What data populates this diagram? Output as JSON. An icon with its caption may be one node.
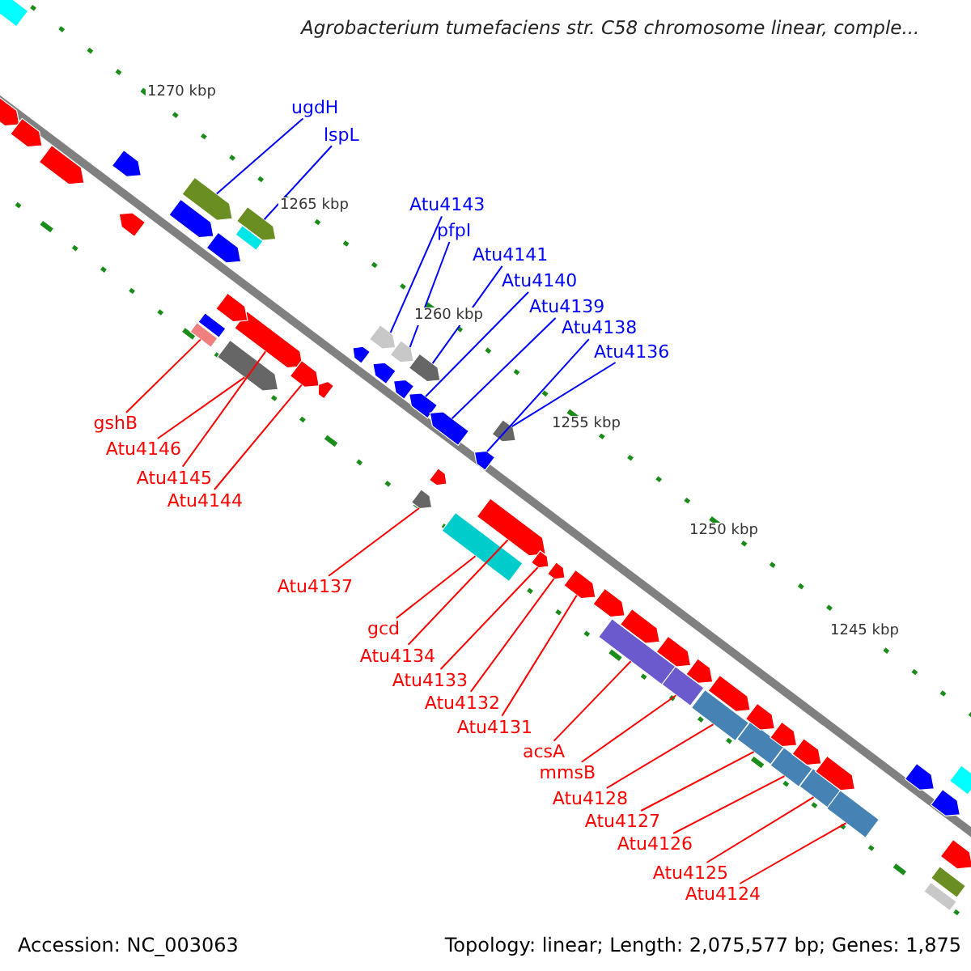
{
  "diagram": {
    "title": "Agrobacterium tumefaciens str. C58 chromosome linear, comple...",
    "nodes": [
      {
        "text": [
          "ugdH"
        ]
      },
      {
        "text": [],
        "shape": "box"
      },
      {
        "text": [
          "lspL"
        ]
      },
      {
        "text": [],
        "shape": "box"
      },
      {
        "text": [
          "Atu4143"
        ]
      },
      {
        "text": [],
        "shape": "box"
      },
      {
        "text": [
          "pfpI"
        ]
      },
      {
        "text": [],
        "shape": "box"
      },
      {
        "text": [
          "Atu4141"
        ]
      },
      {
        "text": [],
        "shape": "box"
      },
      {
        "text": [
          "Atu4140"
        ]
      },
      {
        "text": [],
        "shape": "box"
      },
      {
        "text": [
          "Atu4139"
        ]
      },
      {
        "text": [],
        "shape": "box"
      },
      {
        "text": [
          "Atu4138"
        ]
      },
      {
        "text": [],
        "shape": "box"
      },
      {
        "text": [
          "Atu4136"
        ]
      },
      {
        "text": [],
        "shape": "box"
      },
      {
        "text": [
          "gshB"
        ]
      },
      {
        "text": [],
        "shape": "box"
      },
      {
        "text": [
          "Atu4146"
        ]
      },
      {
        "text": [],
        "shape": "box"
      },
      {
        "text": [
          "Atu4145"
        ]
      },
      {
        "text": [],
        "shape": "box"
      },
      {
        "text": [
          "Atu4144"
        ]
      },
      {
        "text": [],
        "shape": "box"
      },
      {
        "text": [
          "Atu4137"
        ]
      },
      {
        "text": [],
        "shape": "box"
      },
      {
        "text": [
          "gcd"
        ]
      },
      {
        "text": [],
        "shape": "box"
      },
      {
        "text": [
          "Atu4134"
        ]
      },
      {
        "text": [],
        "shape": "box"
      },
      {
        "text": [
          "Atu4133"
        ]
      },
      {
        "text": [],
        "shape": "box"
      },
      {
        "text": [
          "Atu4132"
        ]
      },
      {
        "text": [],
        "shape": "box"
      },
      {
        "text": [
          "Atu4131"
        ]
      },
      {
        "text": [],
        "shape": "box"
      },
      {
        "text": [
          "acsA"
        ]
      },
      {
        "text": [],
        "shape": "box"
      },
      {
        "text": [
          "mmsB"
        ]
      },
      {
        "text": [],
        "shape": "box"
      },
      {
        "text": [
          "Atu4128"
        ]
      },
      {
        "text": [],
        "shape": "box"
      },
      {
        "text": [
          "Atu4127"
        ]
      },
      {
        "text": [],
        "shape": "box"
      },
      {
        "text": [
          "Atu4126"
        ]
      },
      {
        "text": [],
        "shape": "box"
      },
      {
        "text": [
          "Atu4125"
        ]
      },
      {
        "text": [],
        "shape": "box"
      },
      {
        "text": [
          "Atu4124"
        ]
      },
      {
        "text": [],
        "shape": "box"
      },
      {
        "text": [],
        "shape": "box"
      },
      {
        "text": [],
        "shape": "box"
      },
      {
        "text": [],
        "shape": "box"
      },
      {
        "text": [],
        "shape": "box"
      },
      {
        "text": [],
        "shape": "box"
      },
      {
        "text": [],
        "shape": "box"
      },
      {
        "text": [],
        "shape": "box"
      },
      {
        "text": [],
        "shape": "box"
      },
      {
        "text": [],
        "shape": "box"
      },
      {
        "text": [],
        "shape": "box"
      },
      {
        "text": [],
        "shape": "box"
      },
      {
        "text": [],
        "shape": "box"
      },
      {
        "text": [],
        "shape": "box"
      },
      {
        "text": [],
        "shape": "box"
      },
      {
        "text": [],
        "shape": "box"
      },
      {
        "text": [],
        "shape": "box"
      },
      {
        "text": [],
        "shape": "box"
      },
      {
        "text": [],
        "shape": "box"
      },
      {
        "text": [],
        "shape": "box"
      },
      {
        "text": [],
        "shape": "box"
      },
      {
        "text": [],
        "shape": "box"
      },
      {
        "text": [],
        "shape": "box"
      },
      {
        "text": [],
        "shape": "box"
      },
      {
        "text": [],
        "shape": "box"
      },
      {
        "text": [],
        "shape": "box"
      },
      {
        "text": [],
        "shape": "box"
      },
      {
        "text": [],
        "shape": "box"
      },
      {
        "text": [],
        "shape": "box"
      },
      {
        "text": [],
        "shape": "box"
      },
      {
        "text": [],
        "shape": "box"
      },
      {
        "text": [],
        "shape": "box"
      }
    ],
    "edges": [
      {
        "from": 0,
        "to": 1,
        "arrow": "none",
        "color": "#0000ff"
      },
      {
        "from": 2,
        "to": 3,
        "arrow": "none",
        "color": "#0000ff"
      },
      {
        "from": 4,
        "to": 5,
        "arrow": "none",
        "color": "#0000ff"
      },
      {
        "from": 6,
        "to": 7,
        "arrow": "none",
        "color": "#0000ff"
      },
      {
        "from": 8,
        "to": 9,
        "arrow": "none",
        "color": "#0000ff"
      },
      {
        "from": 10,
        "to": 11,
        "arrow": "none",
        "color": "#0000ff"
      },
      {
        "from": 12,
        "to": 13,
        "arrow": "none",
        "color": "#0000ff"
      },
      {
        "from": 14,
        "to": 15,
        "arrow": "none",
        "color": "#0000ff"
      },
      {
        "from": 16,
        "to": 17,
        "arrow": "none",
        "color": "#0000ff"
      },
      {
        "from": 18,
        "to": 19,
        "arrow": "none"
      },
      {
        "from": 20,
        "to": 21,
        "arrow": "none"
      },
      {
        "from": 22,
        "to": 23,
        "arrow": "none"
      },
      {
        "from": 24,
        "to": 25,
        "arrow": "none"
      },
      {
        "from": 26,
        "to": 27,
        "arrow": "none"
      },
      {
        "from": 28,
        "to": 29,
        "arrow": "none"
      },
      {
        "from": 30,
        "to": 31,
        "arrow": "none"
      },
      {
        "from": 32,
        "to": 33,
        "arrow": "none"
      },
      {
        "from": 34,
        "to": 35,
        "arrow": "none"
      },
      {
        "from": 36,
        "to": 37,
        "arrow": "none"
      },
      {
        "from": 38,
        "to": 39,
        "arrow": "none"
      },
      {
        "from": 40,
        "to": 41,
        "arrow": "none"
      },
      {
        "from": 42,
        "to": 43,
        "arrow": "none"
      },
      {
        "from": 44,
        "to": 45,
        "arrow": "none"
      },
      {
        "from": 46,
        "to": 47,
        "arrow": "none"
      },
      {
        "from": 48,
        "to": 49,
        "arrow": "none"
      },
      {
        "from": 50,
        "to": 51,
        "arrow": "none"
      }
    ],
    "labels": [
      "1270 kbp",
      "1265 kbp",
      "1260 kbp",
      "1255 kbp",
      "1250 kbp",
      "1245 kbp",
      "Accession: NC_003063",
      "Topology: linear; Length: 2,075,577 bp; Genes: 1,875"
    ]
  }
}
